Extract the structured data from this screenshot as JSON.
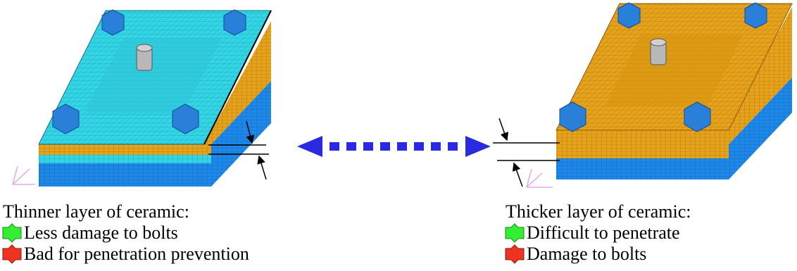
{
  "left_panel": {
    "heading": "Thinner layer of ceramic:",
    "points": [
      {
        "text": "Less damage to bolts",
        "icon": "green-star-icon",
        "color": "#33ee33"
      },
      {
        "text": "Bad for penetration prevention",
        "icon": "red-star-icon",
        "color": "#ee3322"
      }
    ]
  },
  "right_panel": {
    "heading": "Thicker layer of ceramic:",
    "points": [
      {
        "text": "Difficult to penetrate",
        "icon": "green-star-icon",
        "color": "#33ee33"
      },
      {
        "text": "Damage to bolts",
        "icon": "red-star-icon",
        "color": "#ee3322"
      }
    ]
  },
  "colors": {
    "ceramic_top_thin": "#33d6e6",
    "ceramic_orange": "#e6a21a",
    "base_blue": "#1e88e8",
    "bolt_blue": "#2a7fd8",
    "arrow_blue": "#2a2ae0",
    "projectile_gray": "#b8b8b8"
  }
}
